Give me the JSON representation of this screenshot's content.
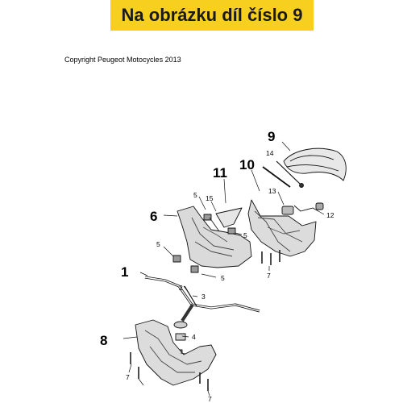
{
  "banner": {
    "text": "Na obrázku díl číslo 9",
    "bg_color": "#f6cf1f"
  },
  "copyright": "Copyright Peugeot Motocycles 2013",
  "callouts": {
    "n1": "1",
    "n2": "2",
    "n3": "3",
    "n4": "4",
    "n5a": "5",
    "n5b": "5",
    "n5c": "5",
    "n5d": "5",
    "n6": "6",
    "n7a": "7",
    "n7b": "7",
    "n7c": "7",
    "n8": "8",
    "n9": "9",
    "n10": "10",
    "n11": "11",
    "n12": "12",
    "n13": "13",
    "n14": "14",
    "n15": "15"
  }
}
